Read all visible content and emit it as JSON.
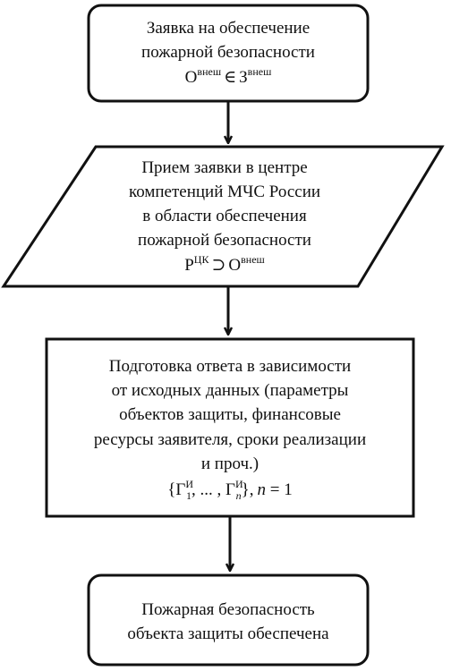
{
  "blocks": [
    {
      "shape": "rounded-rect",
      "lines": [
        "Заявка на обеспечение",
        "пожарной безопасности"
      ],
      "formula": {
        "a": "О",
        "a_sup": "внеш",
        "op": "∈",
        "b": "З",
        "b_sup": "внеш"
      }
    },
    {
      "shape": "parallelogram",
      "lines": [
        "Прием заявки в центре",
        "компетенций МЧС России",
        "в области обеспечения",
        "пожарной безопасности"
      ],
      "formula": {
        "a": "Р",
        "a_sup": "ЦК",
        "op": "⊃",
        "b": "О",
        "b_sup": "внеш"
      }
    },
    {
      "shape": "rect",
      "lines": [
        "Подготовка ответа в зависимости",
        "от исходных данных (параметры",
        "объектов защиты, финансовые",
        "ресурсы заявителя, сроки реализации",
        "и проч.)"
      ],
      "formula": {
        "open": "{",
        "g1": "Г",
        "g1_sup": "И",
        "g1_sub": "1",
        "mid": ", ... , ",
        "g2": "Г",
        "g2_sup": "И",
        "g2_sub": "n",
        "close": "},",
        "n": "n",
        "eq": " = 1"
      }
    },
    {
      "shape": "rounded-rect",
      "lines": [
        "Пожарная безопасность",
        "объекта защиты обеспечена"
      ]
    }
  ]
}
